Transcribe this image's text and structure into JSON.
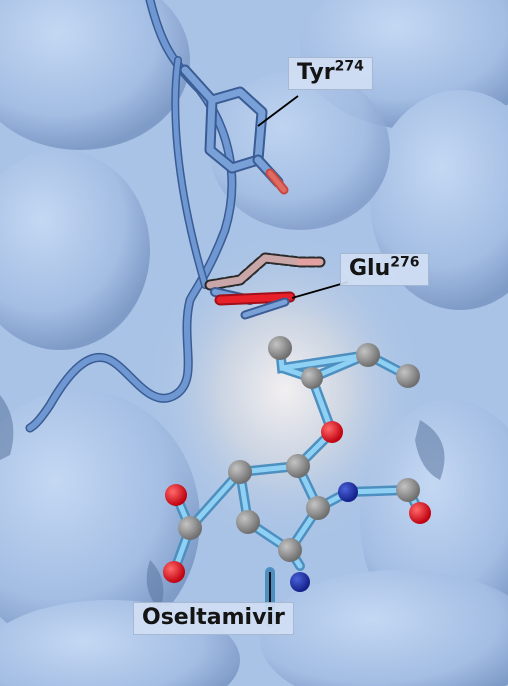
{
  "labels": {
    "tyr": {
      "name": "Tyr",
      "residue_number": "274"
    },
    "glu": {
      "name": "Glu",
      "residue_number": "276"
    },
    "oseltamivir": {
      "name": "Oseltamivir"
    }
  },
  "colors": {
    "surface": "#a9c3e6",
    "ribbon": "#5f86c2",
    "carbon_atom": "#8a8a8a",
    "oxygen_atom": "#e0141e",
    "nitrogen_atom": "#1f33a8",
    "ligand_bond": "#7fc0ea",
    "label_box": "#d0def3"
  }
}
